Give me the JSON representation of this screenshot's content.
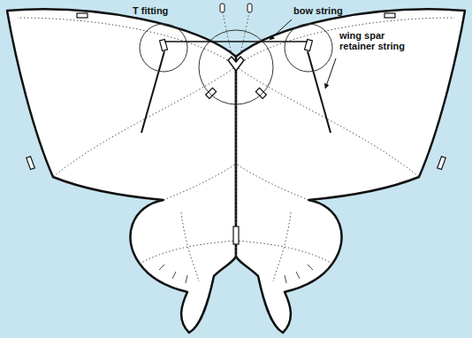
{
  "diagram": {
    "labels": [
      "T fitting",
      "bow string",
      "wing spar retainer string"
    ]
  }
}
